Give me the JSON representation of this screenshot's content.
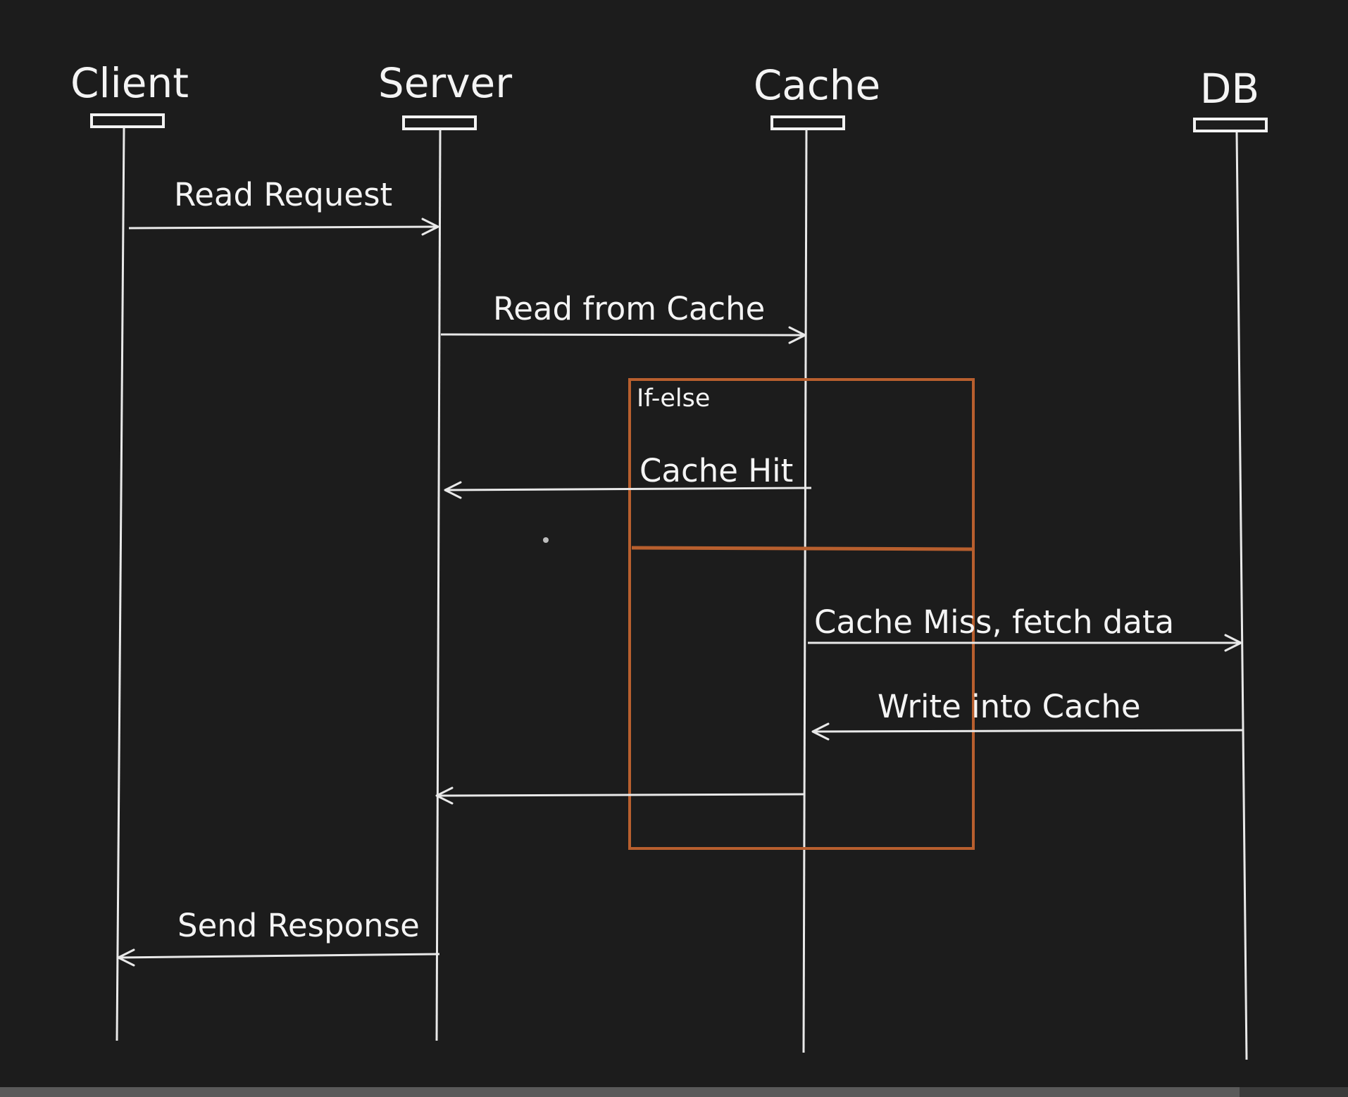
{
  "colors": {
    "background": "#1c1c1c",
    "line": "#e9e9e9",
    "fragment": "#b85f2e",
    "text": "#f4f4f4"
  },
  "participants": [
    {
      "name": "Client"
    },
    {
      "name": "Server"
    },
    {
      "name": "Cache"
    },
    {
      "name": "DB"
    }
  ],
  "fragment": {
    "label": "If-else"
  },
  "messages": [
    {
      "label": "Read Request",
      "from": "Client",
      "to": "Server"
    },
    {
      "label": "Read from Cache",
      "from": "Server",
      "to": "Cache"
    },
    {
      "label": "Cache Hit",
      "from": "Cache",
      "to": "Server"
    },
    {
      "label": "Cache Miss, fetch data",
      "from": "Cache",
      "to": "DB"
    },
    {
      "label": "Write into Cache",
      "from": "DB",
      "to": "Cache"
    },
    {
      "label": "",
      "from": "Cache",
      "to": "Server"
    },
    {
      "label": "Send Response",
      "from": "Server",
      "to": "Client"
    }
  ]
}
